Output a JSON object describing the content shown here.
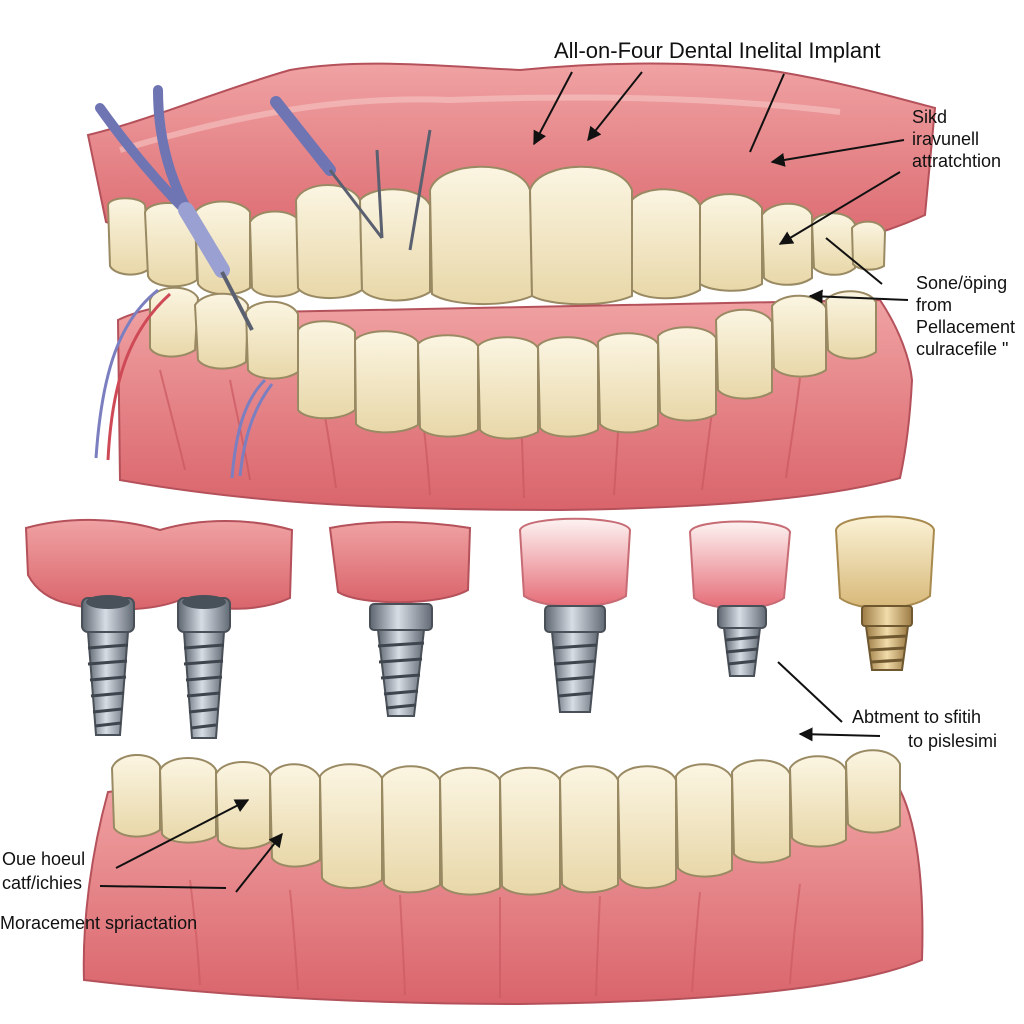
{
  "title": "All-on-Four Dental Inelital Implant",
  "labels": {
    "upper_right": [
      "Sikd",
      "iravunell",
      "attratchtion"
    ],
    "mid_right": [
      "Sone/öping",
      "from",
      "Pellacement",
      "culracefile \""
    ],
    "abutment": [
      "Abtment to sfitih",
      "to pislesimi"
    ],
    "lower_left": [
      "Oue hoeul",
      "catf/ichies"
    ],
    "bottom_left": "Moracement spriactation"
  },
  "colors": {
    "gum": "#e47d82",
    "gum_dark": "#c9585f",
    "gum_light": "#f3b3b2",
    "tooth": "#f3e9c9",
    "tooth_shade": "#e3d1a1",
    "metal": "#8f98a3",
    "instrument": "#8a90c6",
    "gold": "#d8b676"
  },
  "icons": [
    "dental-probe-icon",
    "dental-explorer-icon",
    "implant-screw-icon",
    "crown-icon"
  ]
}
